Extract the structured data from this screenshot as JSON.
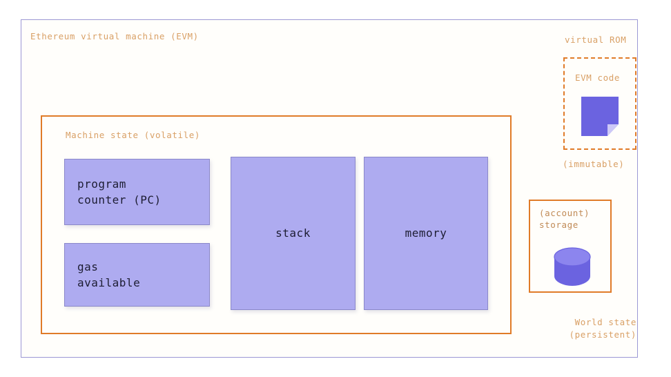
{
  "diagram": {
    "title": "Ethereum virtual machine (EVM)",
    "colors": {
      "outer_border": "#9b97d4",
      "orange_border": "#e07b28",
      "label_orange": "#d9a066",
      "block_fill": "#aeabf0",
      "block_border": "#8b88c9",
      "icon_blue": "#6b63e0",
      "icon_blue_light": "#8c85ee",
      "background": "#ffffff"
    },
    "machine_state": {
      "title": "Machine state (volatile)",
      "blocks": [
        {
          "id": "program-counter",
          "label": "program\ncounter (PC)"
        },
        {
          "id": "gas-available",
          "label": "gas\navailable"
        },
        {
          "id": "stack",
          "label": "stack"
        },
        {
          "id": "memory",
          "label": "memory"
        }
      ]
    },
    "virtual_rom": {
      "title": "virtual ROM",
      "code_label": "EVM code",
      "icon": "document-icon",
      "note": "(immutable)"
    },
    "world_state": {
      "storage_label": "(account)\nstorage",
      "icon": "database-cylinder-icon",
      "note": "World state\n(persistent)"
    }
  }
}
